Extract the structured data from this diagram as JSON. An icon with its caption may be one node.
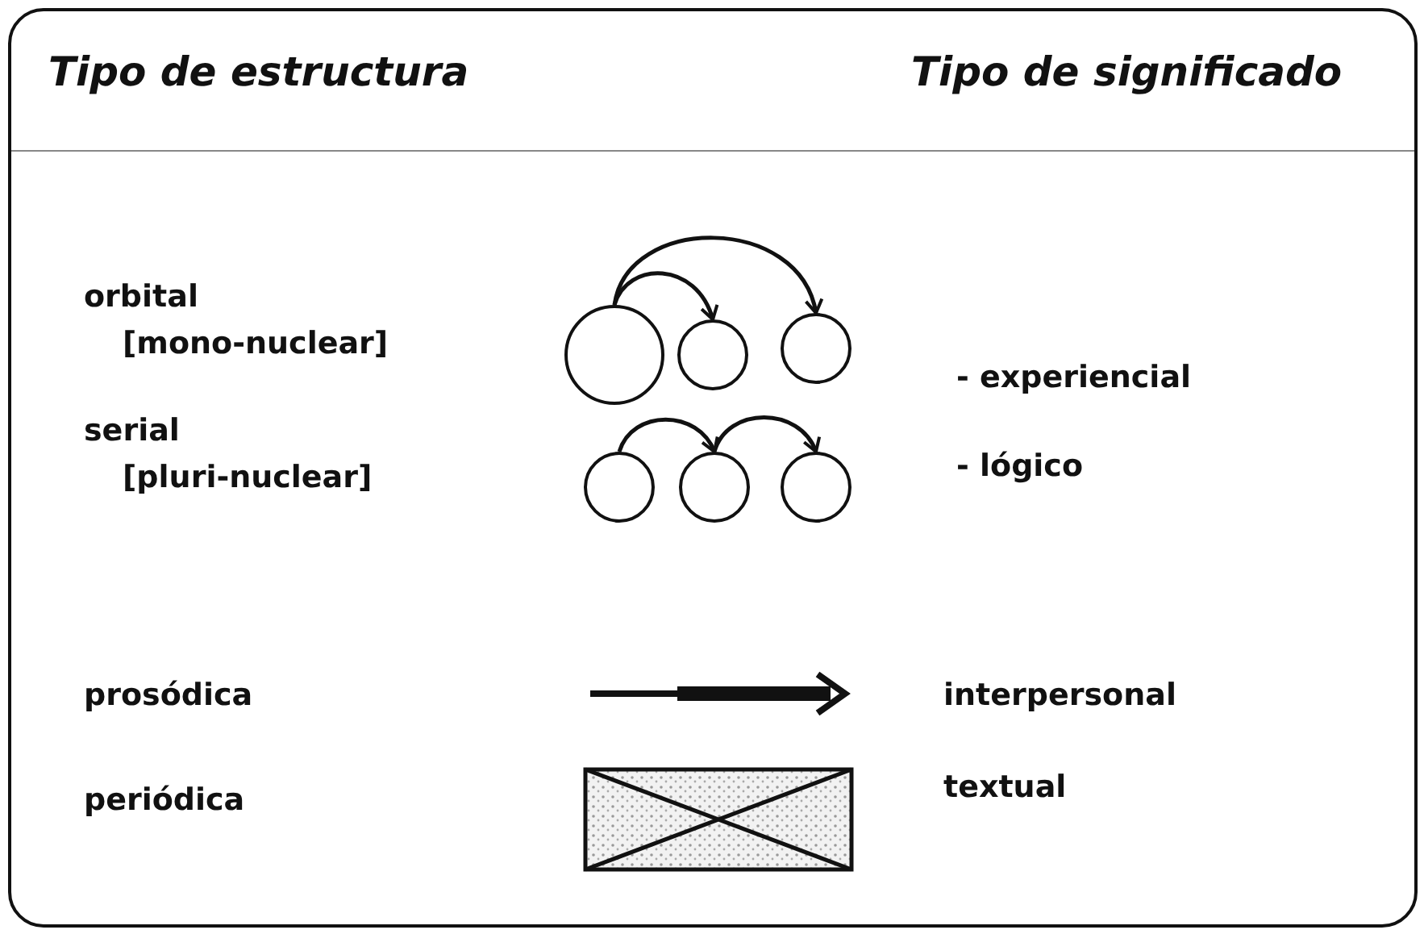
{
  "diagram": {
    "nodes": [
      {
        "text": [],
        "shape": "circle"
      },
      {
        "text": [],
        "shape": "circle"
      },
      {
        "text": [],
        "shape": "circle"
      },
      {
        "text": [],
        "shape": "circle"
      },
      {
        "text": [],
        "shape": "circle"
      },
      {
        "text": [],
        "shape": "circle"
      }
    ],
    "edges": [
      {
        "from": 0,
        "to": 1,
        "arrow": "to"
      },
      {
        "from": 0,
        "to": 2,
        "arrow": "to"
      },
      {
        "from": 3,
        "to": 4,
        "arrow": "to"
      },
      {
        "from": 4,
        "to": 5,
        "arrow": "to"
      }
    ],
    "labels": [
      "Tipo de estructura",
      "Tipo de significado",
      "orbital",
      "[mono-nuclear]",
      "- experiencial",
      "serial",
      "[pluri-nuclear]",
      "- lógico",
      "prosódica",
      "interpersonal",
      "periódica",
      "textual"
    ]
  }
}
